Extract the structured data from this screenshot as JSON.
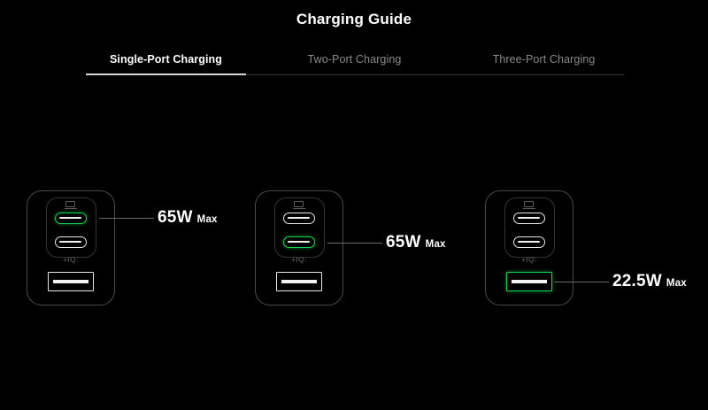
{
  "header": {
    "title": "Charging Guide"
  },
  "tabs": [
    {
      "label": "Single-Port Charging",
      "active": true
    },
    {
      "label": "Two-Port Charging",
      "active": false
    },
    {
      "label": "Three-Port Charging",
      "active": false
    }
  ],
  "colors": {
    "background": "#000000",
    "highlight_green": "#11d44b",
    "port_white": "#e8e8e8",
    "tab_inactive": "#8a8a8a",
    "tab_active": "#ffffff",
    "body_outline": "#4a4a4a",
    "iq_logo": "#4a4a4a",
    "callout_line": "#6a6a6a"
  },
  "chargers": [
    {
      "name": "charger-one",
      "iq_logo": "+IQː",
      "device_icon": "laptop-icon",
      "ports": [
        {
          "type": "usb-c",
          "position": "top",
          "highlighted": true
        },
        {
          "type": "usb-c",
          "position": "middle",
          "highlighted": false
        },
        {
          "type": "usb-a",
          "position": "bottom",
          "highlighted": false
        }
      ],
      "callout": {
        "watts": "65W",
        "suffix": "Max",
        "from_port": "top"
      }
    },
    {
      "name": "charger-two",
      "iq_logo": "+IQː",
      "device_icon": "laptop-icon",
      "ports": [
        {
          "type": "usb-c",
          "position": "top",
          "highlighted": false
        },
        {
          "type": "usb-c",
          "position": "middle",
          "highlighted": true
        },
        {
          "type": "usb-a",
          "position": "bottom",
          "highlighted": false
        }
      ],
      "callout": {
        "watts": "65W",
        "suffix": "Max",
        "from_port": "middle"
      }
    },
    {
      "name": "charger-three",
      "iq_logo": "+IQː",
      "device_icon": "laptop-icon",
      "ports": [
        {
          "type": "usb-c",
          "position": "top",
          "highlighted": false
        },
        {
          "type": "usb-c",
          "position": "middle",
          "highlighted": false
        },
        {
          "type": "usb-a",
          "position": "bottom",
          "highlighted": true
        }
      ],
      "callout": {
        "watts": "22.5W",
        "suffix": "Max",
        "from_port": "bottom"
      }
    }
  ]
}
